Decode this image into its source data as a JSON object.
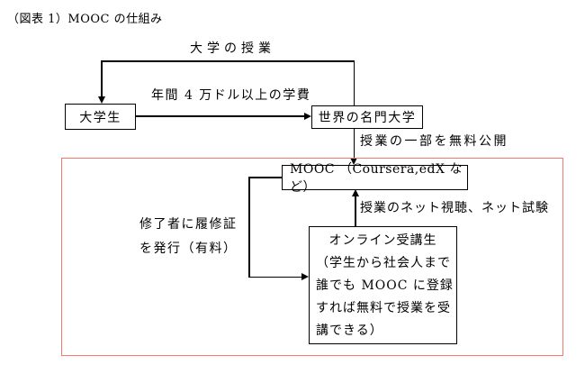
{
  "title": "（図表 1）MOOC の仕組み",
  "nodes": {
    "student": "大学生",
    "elite_university": "世界の名門大学",
    "mooc": "MOOC （Coursera,edX など）",
    "online_student": {
      "lines": [
        "オンライン受講生",
        "（学生から社会人まで",
        "誰でも MOOC に登録",
        "すれば無料で授業を受",
        "講できる）"
      ]
    }
  },
  "labels": {
    "university_classes": "大学の授業",
    "tuition": "年間 4 万ドル以上の学費",
    "free_release": "授業の一部を無料公開",
    "net_viewing": "授業のネット視聴、ネット試験",
    "certificate_line1": "修了者に履修証",
    "certificate_line2": "を発行（有料）"
  },
  "colors": {
    "line": "#000000",
    "highlight_border": "#f8786c",
    "background": "#ffffff"
  }
}
